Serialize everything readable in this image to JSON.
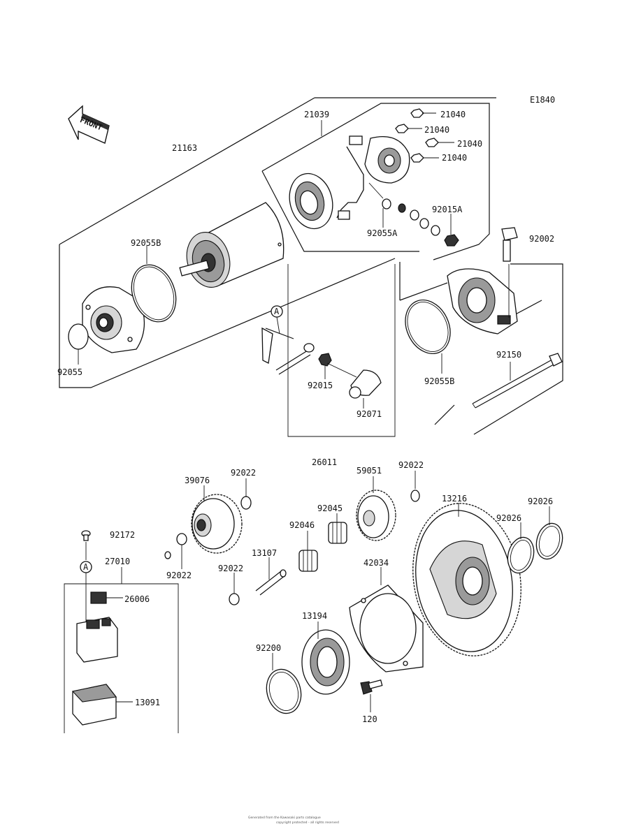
{
  "diagram_code": "E1840",
  "front_label": "FRONT",
  "ref_marker": "A",
  "parts": {
    "p21163": "21163",
    "p21039": "21039",
    "p21040": "21040",
    "p92015A": "92015A",
    "p92055A": "92055A",
    "p92055B": "92055B",
    "p92055": "92055",
    "p92002": "92002",
    "p92150": "92150",
    "p92015": "92015",
    "p92071": "92071",
    "p26011": "26011",
    "p39076": "39076",
    "p92022": "92022",
    "p59051": "59051",
    "p92045": "92045",
    "p92046": "92046",
    "p13216": "13216",
    "p92026": "92026",
    "p92172": "92172",
    "p27010": "27010",
    "p26006": "26006",
    "p13091": "13091",
    "p13107": "13107",
    "p42034": "42034",
    "p13194": "13194",
    "p92200": "92200",
    "p120": "120"
  },
  "footer": {
    "line1": "Generated from the Kawasaki parts catalogue",
    "line2": "copyright protected - all rights reserved"
  }
}
